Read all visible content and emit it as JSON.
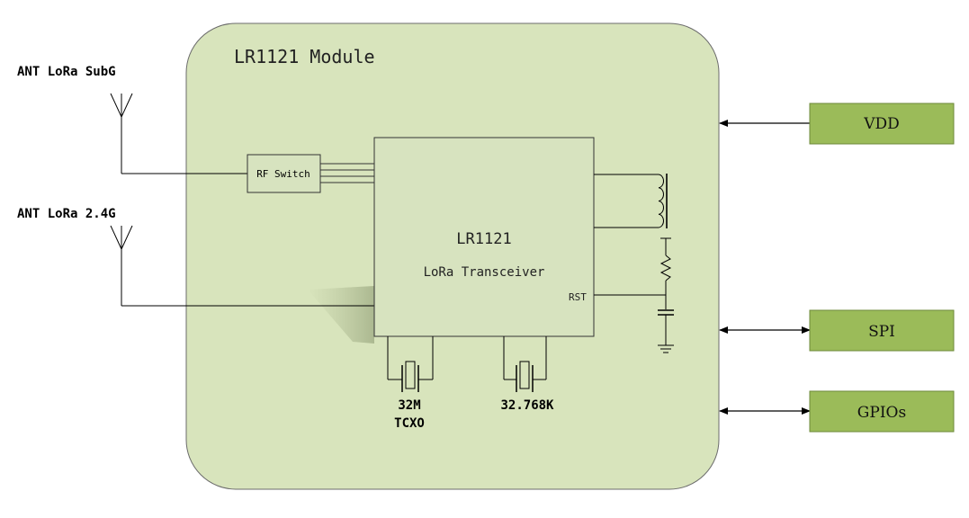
{
  "module": {
    "title": "LR1121 Module"
  },
  "antennas": {
    "subg_label": "ANT LoRa SubG",
    "g24_label": "ANT LoRa 2.4G"
  },
  "rf_switch": {
    "label": "RF Switch"
  },
  "chip": {
    "name": "LR1121",
    "subtitle": "LoRa Transceiver",
    "rst_label": "RST"
  },
  "crystals": {
    "tcxo_freq": "32M",
    "tcxo_type": "TCXO",
    "xtal_freq": "32.768K"
  },
  "interfaces": {
    "vdd": "VDD",
    "spi": "SPI",
    "gpios": "GPIOs"
  },
  "colors": {
    "module_fill": "#d8e4bc",
    "chip_fill": "#d7e3bf",
    "box_fill": "#9bbb59",
    "line": "#000000"
  }
}
